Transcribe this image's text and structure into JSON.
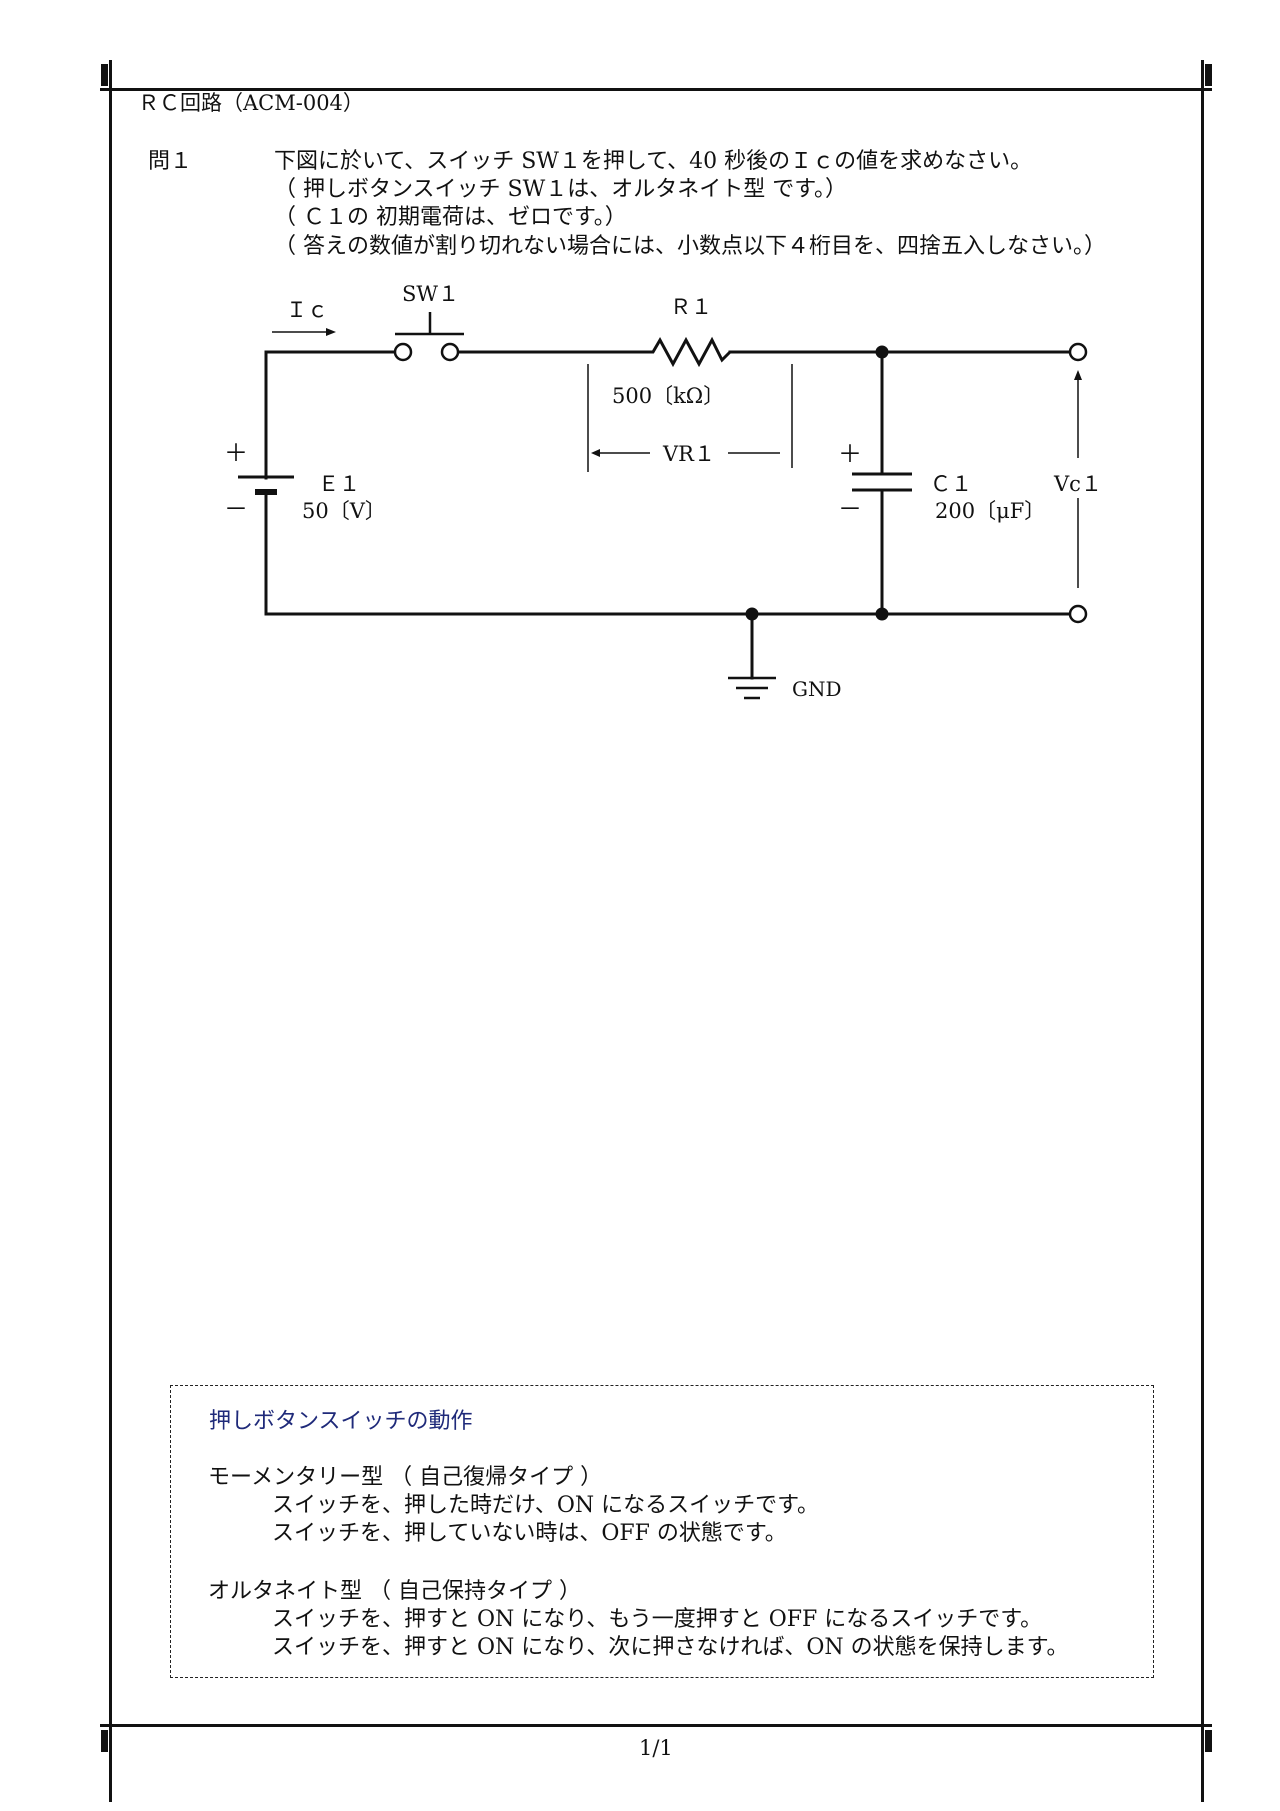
{
  "header": {
    "title": "ＲＣ回路（ACM-004）"
  },
  "question": {
    "number": "問１",
    "lines": [
      "下図に於いて、スイッチ SW１を押して、40 秒後のＩｃの値を求めなさい。",
      "（ 押しボタンスイッチ SW１は、オルタネイト型 です。）",
      "（ Ｃ１の 初期電荷は、ゼロです。）",
      "（ 答えの数値が割り切れない場合には、小数点以下４桁目を、四捨五入しなさい。）"
    ]
  },
  "circuit": {
    "current_label": "Ｉｃ",
    "switch_label": "SW１",
    "resistor_label": "Ｒ１",
    "resistor_value": "500〔kΩ〕",
    "vr_label": "VR１",
    "battery_label": "Ｅ１",
    "battery_value": "50〔V〕",
    "battery_plus": "＋",
    "battery_minus": "－",
    "cap_label": "Ｃ１",
    "cap_value": "200〔μF〕",
    "cap_plus": "＋",
    "cap_minus": "－",
    "vc_label": "Vc１",
    "gnd_label": "GND"
  },
  "note": {
    "title": "押しボタンスイッチの動作",
    "momentary_heading": "モーメンタリー型 （ 自己復帰タイプ ）",
    "momentary_lines": [
      "スイッチを、押した時だけ、ON になるスイッチです。",
      "スイッチを、押していない時は、OFF の状態です。"
    ],
    "alternate_heading": "オルタネイト型 （ 自己保持タイプ ）",
    "alternate_lines": [
      "スイッチを、押すと ON になり、もう一度押すと OFF になるスイッチです。",
      "スイッチを、押すと ON になり、次に押さなければ、ON の状態を保持します。"
    ]
  },
  "footer": {
    "page": "1/1"
  }
}
